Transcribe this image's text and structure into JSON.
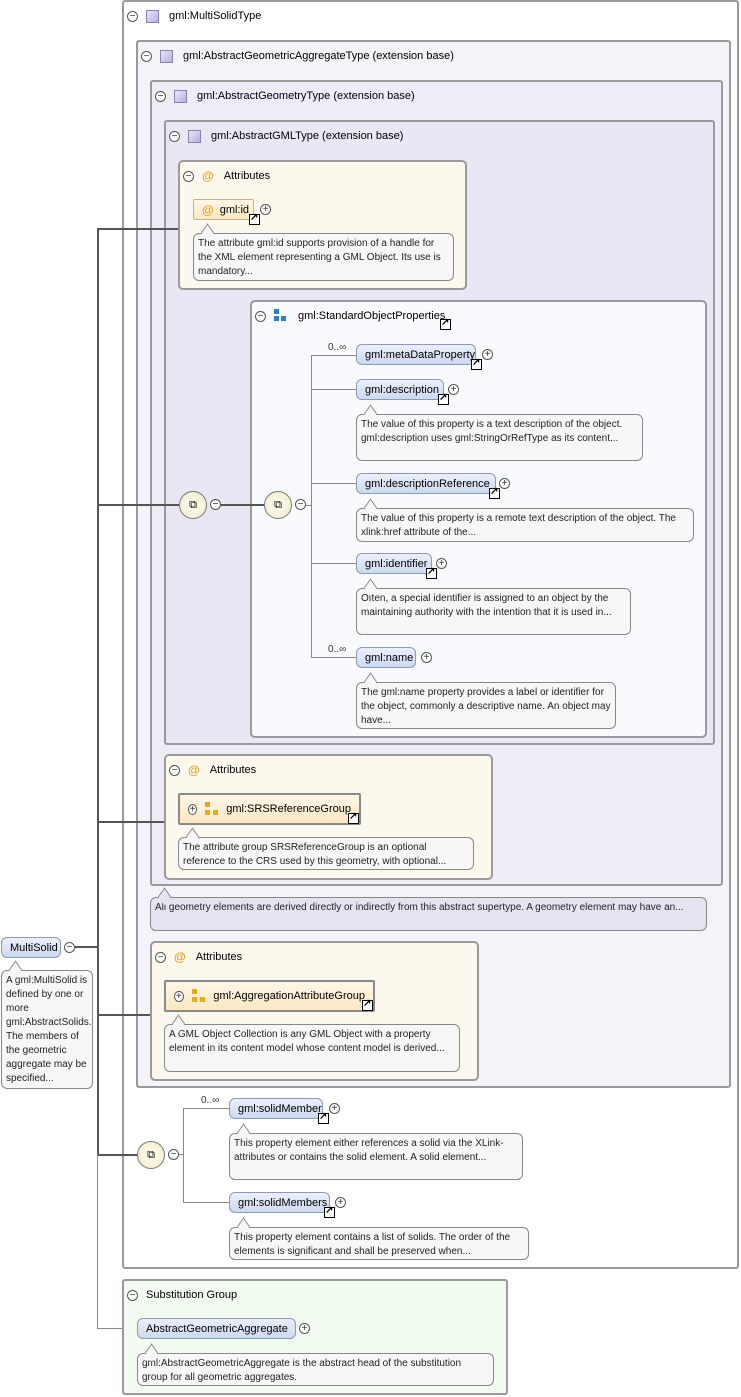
{
  "root": {
    "label": "MultiSolid",
    "doc": "A gml:MultiSolid is defined by one or more gml:AbstractSolids. The members of the geometric aggregate may be specified..."
  },
  "type": {
    "label": "gml:MultiSolidType"
  },
  "ext1": {
    "label": "gml:AbstractGeometricAggregateType (extension base)",
    "doc": ""
  },
  "ext2": {
    "label": "gml:AbstractGeometryType (extension base)",
    "doc": "All geometry elements are derived directly or indirectly from this abstract supertype. A geometry element may have an..."
  },
  "ext3": {
    "label": "gml:AbstractGMLType (extension base)"
  },
  "attrs1": {
    "label": "Attributes",
    "id_label": "gml:id",
    "id_doc": "The attribute gml:id supports provision of a handle for the XML element representing a GML Object. Its use is mandatory..."
  },
  "std": {
    "label": "gml:StandardObjectProperties",
    "items": [
      {
        "label": "gml:metaDataProperty",
        "card": "0..∞",
        "doc": ""
      },
      {
        "label": "gml:description",
        "card": "",
        "doc": "The value of this property is a text description of the object. gml:description uses gml:StringOrRefType as its content..."
      },
      {
        "label": "gml:descriptionReference",
        "card": "",
        "doc": "The value of this property is a remote text description of the object. The xlink:href attribute of the..."
      },
      {
        "label": "gml:identifier",
        "card": "",
        "doc": "Often, a special identifier is assigned to an object by the maintaining authority with the intention that it is used in..."
      },
      {
        "label": "gml:name",
        "card": "0..∞",
        "doc": "The gml:name property provides a label or identifier for the object, commonly a descriptive name. An object may have..."
      }
    ]
  },
  "attrs2": {
    "label": "Attributes",
    "grp_label": "gml:SRSReferenceGroup",
    "grp_doc": "The attribute group SRSReferenceGroup is an optional reference to the CRS used by this geometry, with optional..."
  },
  "attrs3": {
    "label": "Attributes",
    "grp_label": "gml:AggregationAttributeGroup",
    "grp_doc": "A GML Object Collection is any GML Object with a property element in its content model whose content model is derived..."
  },
  "members": [
    {
      "label": "gml:solidMember",
      "card": "0..∞",
      "doc": "This property element either references a solid via the XLink-attributes or contains the solid element. A solid element..."
    },
    {
      "label": "gml:solidMembers",
      "card": "",
      "doc": "This property element contains a list of solids. The order of the elements is significant and shall be preserved when..."
    }
  ],
  "subst": {
    "label": "Substitution Group",
    "el_label": "AbstractGeometricAggregate",
    "el_doc": "gml:AbstractGeometricAggregate is the abstract head of the substitution group for all geometric aggregates."
  }
}
